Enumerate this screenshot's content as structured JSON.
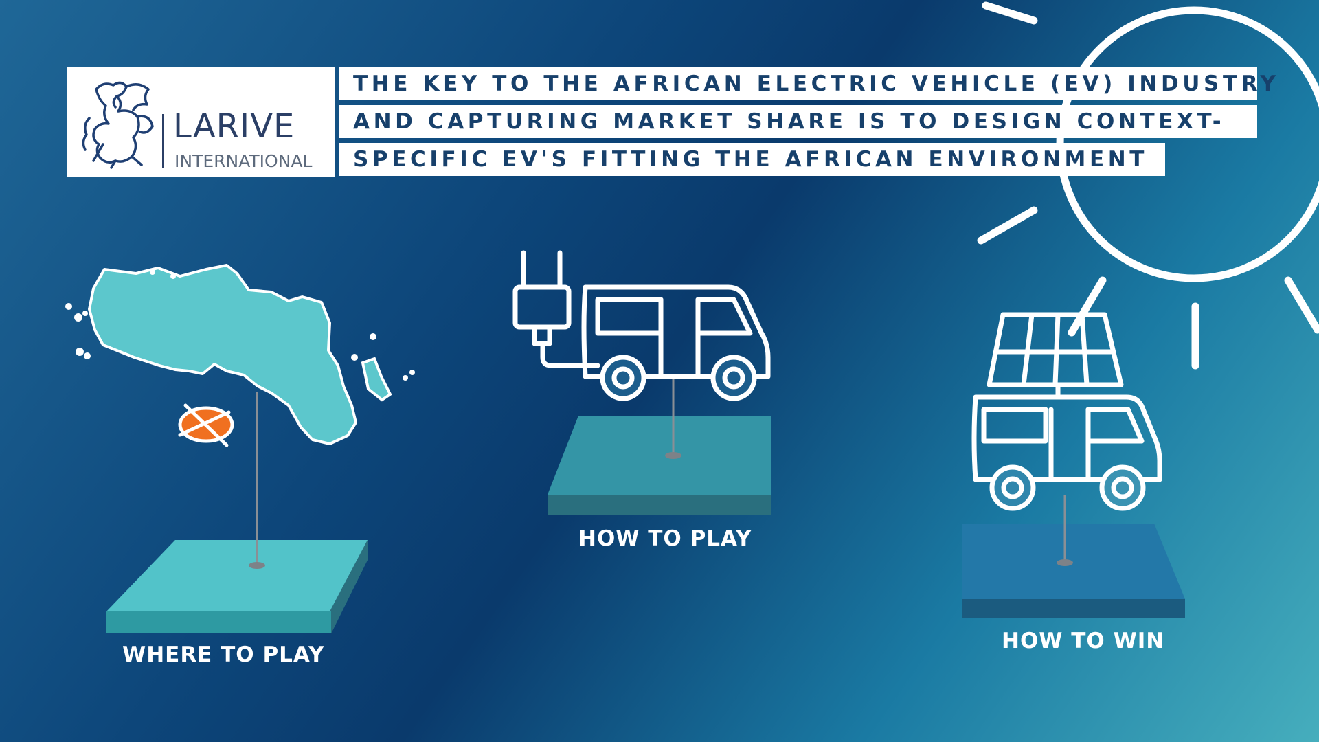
{
  "brand": {
    "name": "LARIVE",
    "sub": "INTERNATIONAL"
  },
  "headline": {
    "line1": "THE KEY TO THE AFRICAN ELECTRIC VEHICLE (EV) INDUSTRY",
    "line2": "AND CAPTURING MARKET SHARE IS TO DESIGN CONTEXT-",
    "line3": "SPECIFIC EV'S FITTING THE AFRICAN ENVIRONMENT"
  },
  "steps": [
    {
      "label": "WHERE TO PLAY",
      "icon": "africa-map-icon"
    },
    {
      "label": "HOW TO PLAY",
      "icon": "electric-van-plug-icon"
    },
    {
      "label": "HOW TO WIN",
      "icon": "solar-van-icon"
    }
  ],
  "colors": {
    "navy": "#17406b",
    "teal": "#52c3c9",
    "marker": "#f07020"
  }
}
